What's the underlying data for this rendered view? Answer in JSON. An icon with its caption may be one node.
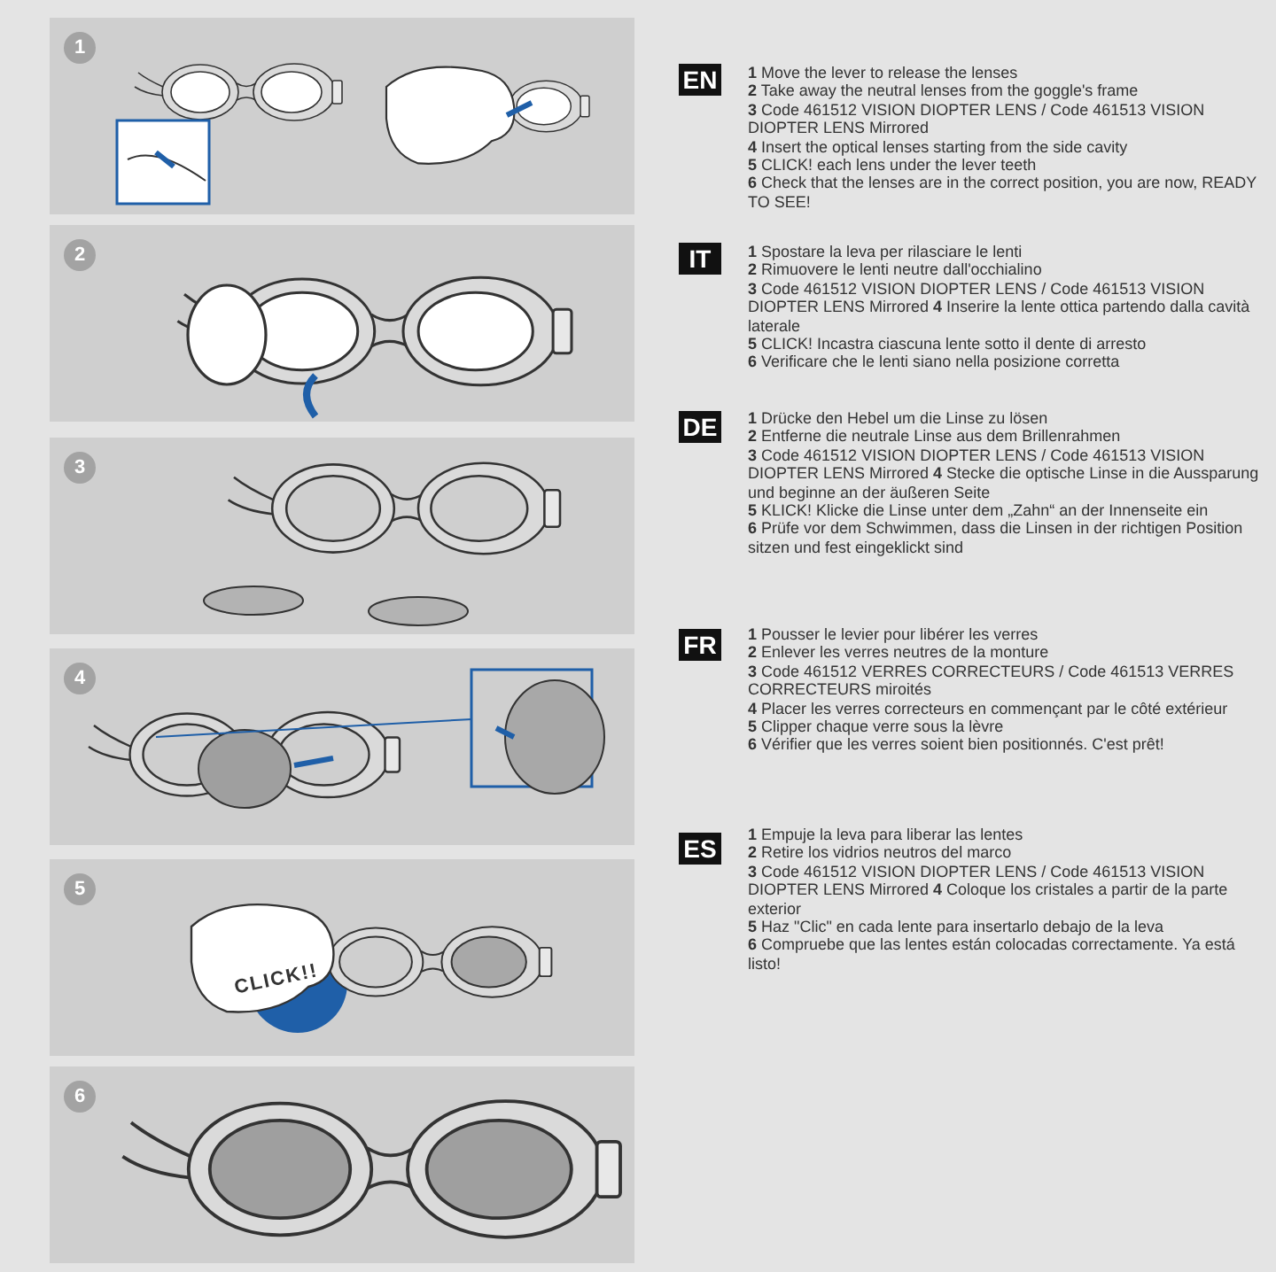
{
  "diagram": {
    "nodes": [
      {
        "text": [
          "1"
        ]
      },
      {
        "text": [
          "2"
        ]
      },
      {
        "text": [
          "3"
        ]
      },
      {
        "text": [
          "4"
        ]
      },
      {
        "text": [
          "5"
        ]
      },
      {
        "text": [
          "6"
        ]
      },
      {
        "text": [
          "EN"
        ],
        "beside": [
          "**1** Move the lever to release the lenses",
          "**2** Take away the neutral lenses from the goggle's frame",
          "**3** Code 461512 VISION DIOPTER LENS / Code 461513 VISION DIOPTER LENS Mirrored",
          "**4** Insert the optical lenses starting from the side cavity",
          "**5** CLICK! each lens under the lever teeth",
          "**6** Check that the lenses are in the correct position, you are now, READY TO SEE!"
        ]
      },
      {
        "text": [
          "IT"
        ],
        "beside": [
          "**1** Spostare la leva per rilasciare le lenti",
          "**2** Rimuovere le lenti neutre dall'occhialino",
          "**3** Code 461512 VISION DIOPTER LENS / Code 461513 VISION DIOPTER LENS Mirrored **4** Inserire la lente ottica partendo dalla cavità laterale",
          "**5** CLICK! Incastra ciascuna lente sotto il dente di arresto",
          "**6** Verificare che le lenti siano nella posizione corretta"
        ]
      },
      {
        "text": [
          "DE"
        ],
        "beside": [
          "**1** Drücke den Hebel um die Linse zu lösen",
          "**2** Entferne die neutrale Linse aus dem Brillenrahmen",
          "**3** Code 461512 VISION DIOPTER LENS / Code 461513 VISION DIOPTER LENS Mirrored **4** Stecke die optische Linse in die Aussparung und beginne an der äußeren Seite",
          "**5** KLICK! Klicke die Linse unter dem „Zahn“ an der Innenseite ein",
          "**6** Prüfe vor dem Schwimmen, dass die Linsen in der richtigen Position sitzen und fest eingeklickt sind"
        ]
      },
      {
        "text": [
          "FR"
        ],
        "beside": [
          "**1** Pousser le levier pour libérer les verres",
          "**2** Enlever les verres neutres de la monture",
          "**3** Code 461512 VERRES CORRECTEURS / Code 461513 VERRES CORRECTEURS miroités",
          "**4** Placer les verres correcteurs en commençant par le côté extérieur",
          "**5** Clipper chaque verre sous la lèvre",
          "**6** Vérifier que les verres soient bien positionnés. C'est prêt!"
        ]
      },
      {
        "text": [
          "ES"
        ],
        "beside": [
          "**1** Empuje la leva para liberar las lentes",
          "**2** Retire los vidrios neutros del marco",
          "**3** Code 461512 VISION DIOPTER LENS / Code 461513 VISION DIOPTER LENS Mirrored **4** Coloque los cristales a partir de la parte exterior",
          "**5** Haz \"Clic\" en cada lente para insertarlo debajo de la leva",
          "**6** Compruebe que las lentes están colocadas correctamente. Ya está listo!"
        ]
      }
    ],
    "labels": [
      "CLICK!!"
    ]
  }
}
